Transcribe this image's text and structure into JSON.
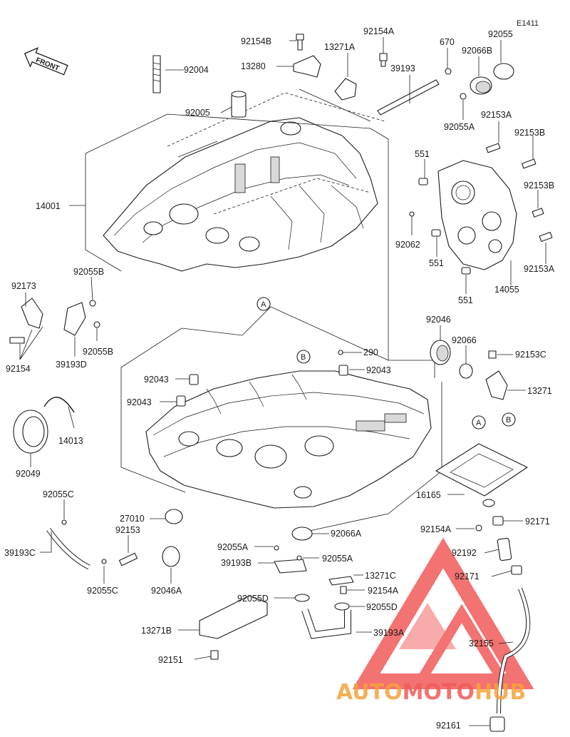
{
  "diagram": {
    "code": "E1411",
    "front_label": "FRONT",
    "parts": [
      {
        "id": "p1",
        "label": "92004"
      },
      {
        "id": "p2",
        "label": "92154B"
      },
      {
        "id": "p3",
        "label": "13280"
      },
      {
        "id": "p4",
        "label": "13271A"
      },
      {
        "id": "p5",
        "label": "92154A"
      },
      {
        "id": "p6",
        "label": "670"
      },
      {
        "id": "p7",
        "label": "92055"
      },
      {
        "id": "p8",
        "label": "39193"
      },
      {
        "id": "p9",
        "label": "92066B"
      },
      {
        "id": "p10",
        "label": "92005"
      },
      {
        "id": "p11",
        "label": "92055A"
      },
      {
        "id": "p12",
        "label": "92153A"
      },
      {
        "id": "p13",
        "label": "92153B"
      },
      {
        "id": "p14",
        "label": "551"
      },
      {
        "id": "p15",
        "label": "92153B"
      },
      {
        "id": "p16",
        "label": "14001"
      },
      {
        "id": "p17",
        "label": "92062"
      },
      {
        "id": "p18",
        "label": "551"
      },
      {
        "id": "p19",
        "label": "92153A"
      },
      {
        "id": "p20",
        "label": "14055"
      },
      {
        "id": "p21",
        "label": "551"
      },
      {
        "id": "p22",
        "label": "92173"
      },
      {
        "id": "p23",
        "label": "92055B"
      },
      {
        "id": "p24",
        "label": "92055B"
      },
      {
        "id": "p25",
        "label": "92154"
      },
      {
        "id": "p26",
        "label": "39193D"
      },
      {
        "id": "p27",
        "label": "92046"
      },
      {
        "id": "p28",
        "label": "290"
      },
      {
        "id": "p29",
        "label": "92066"
      },
      {
        "id": "p30",
        "label": "92043"
      },
      {
        "id": "p31",
        "label": "92153C"
      },
      {
        "id": "p32",
        "label": "92043"
      },
      {
        "id": "p33",
        "label": "92043"
      },
      {
        "id": "p34",
        "label": "13271"
      },
      {
        "id": "p35",
        "label": "14013"
      },
      {
        "id": "p36",
        "label": "92049"
      },
      {
        "id": "p37",
        "label": "16165"
      },
      {
        "id": "p38",
        "label": "92055C"
      },
      {
        "id": "p39",
        "label": "27010"
      },
      {
        "id": "p40",
        "label": "92153"
      },
      {
        "id": "p41",
        "label": "92066A"
      },
      {
        "id": "p42",
        "label": "92154A"
      },
      {
        "id": "p43",
        "label": "92171"
      },
      {
        "id": "p44",
        "label": "39193C"
      },
      {
        "id": "p45",
        "label": "92055A"
      },
      {
        "id": "p46",
        "label": "92192"
      },
      {
        "id": "p47",
        "label": "39193B"
      },
      {
        "id": "p48",
        "label": "92055A"
      },
      {
        "id": "p49",
        "label": "92055C"
      },
      {
        "id": "p50",
        "label": "92046A"
      },
      {
        "id": "p51",
        "label": "13271C"
      },
      {
        "id": "p52",
        "label": "92171"
      },
      {
        "id": "p53",
        "label": "92154A"
      },
      {
        "id": "p54",
        "label": "92055D"
      },
      {
        "id": "p55",
        "label": "92055D"
      },
      {
        "id": "p56",
        "label": "13271B"
      },
      {
        "id": "p57",
        "label": "39193A"
      },
      {
        "id": "p58",
        "label": "32155"
      },
      {
        "id": "p59",
        "label": "92151"
      },
      {
        "id": "p60",
        "label": "92161"
      }
    ],
    "markers": [
      "A",
      "B",
      "B",
      "A"
    ]
  },
  "watermark": {
    "part1": "AUTO",
    "part2": "MOTO",
    "part3": "HUB",
    "color_red": "#f25a5a",
    "color_orange": "#f6a23a"
  }
}
